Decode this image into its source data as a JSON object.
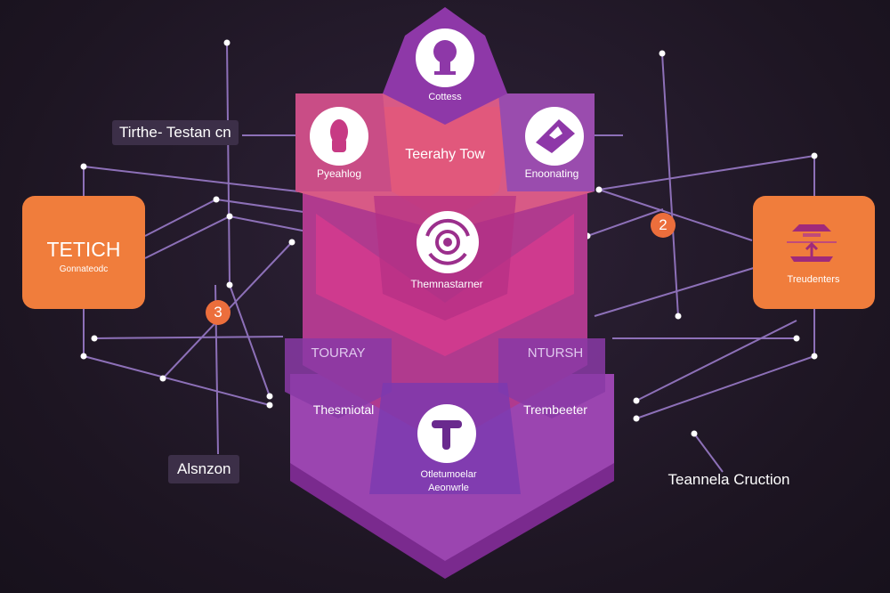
{
  "center": {
    "top_label": "Cottess",
    "left_label": "Pyeahlog",
    "middle_title": "Teerahy Tow",
    "right_label": "Enoonating",
    "core_label": "Themnastarner",
    "left_tier": "TOURAY",
    "right_tier": "NTURSH",
    "lower_left": "Thesmiotal",
    "lower_right": "Trembeeter",
    "bottom_label_1": "Otletumoelar",
    "bottom_label_2": "Aeonwrle"
  },
  "left_box": {
    "title": "TETICH",
    "subtitle": "Gonnateodc"
  },
  "right_box": {
    "label": "Treudenters"
  },
  "tags": {
    "top_left": "Tirthe- Testan cn",
    "bottom_left": "Alsnzon",
    "bottom_right": "Teannela Cruction"
  },
  "badges": {
    "left": "3",
    "right": "2"
  },
  "colors": {
    "accent": "#f07d3c",
    "line": "#8d70b8",
    "purple": "#8a3aa6",
    "magenta": "#c23a86"
  }
}
